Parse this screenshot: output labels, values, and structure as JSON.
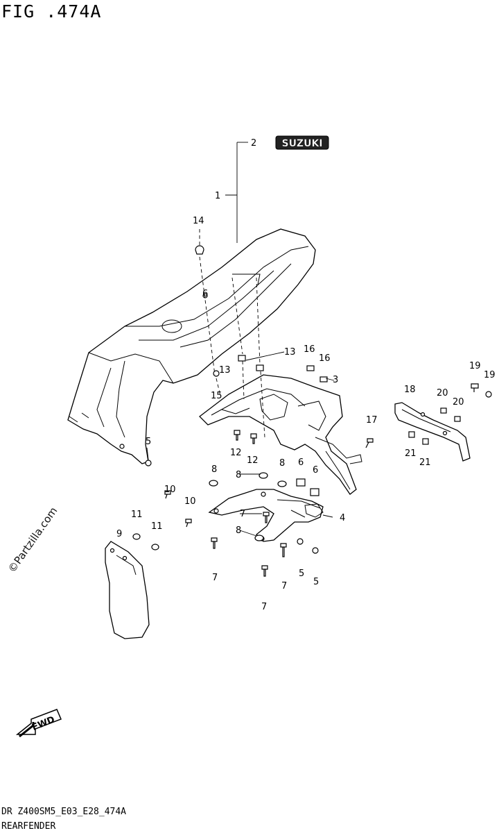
{
  "figure_title": "FIG .474A",
  "footer_code": "DR Z400SM5_E03_E28_474A",
  "footer_name": "REARFENDER",
  "watermark": "©Partzilla.com",
  "emblem_text": "SUZUKI",
  "fwd_text": "FWD",
  "callouts": {
    "c1": "1",
    "c2": "2",
    "c3": "3",
    "c4": "4",
    "c5a": "5",
    "c5b": "5",
    "c5c": "5",
    "c6a": "6",
    "c6b": "6",
    "c6c": "6",
    "c7a": "7",
    "c7b": "7",
    "c7c": "7",
    "c7d": "7",
    "c8a": "8",
    "c8b": "8",
    "c8c": "8",
    "c8d": "8",
    "c9": "9",
    "c10a": "10",
    "c10b": "10",
    "c11a": "11",
    "c11b": "11",
    "c12a": "12",
    "c12b": "12",
    "c13a": "13",
    "c13b": "13",
    "c14": "14",
    "c15": "15",
    "c16a": "16",
    "c16b": "16",
    "c17": "17",
    "c18": "18",
    "c19a": "19",
    "c19b": "19",
    "c20a": "20",
    "c20b": "20",
    "c21a": "21",
    "c21b": "21"
  }
}
